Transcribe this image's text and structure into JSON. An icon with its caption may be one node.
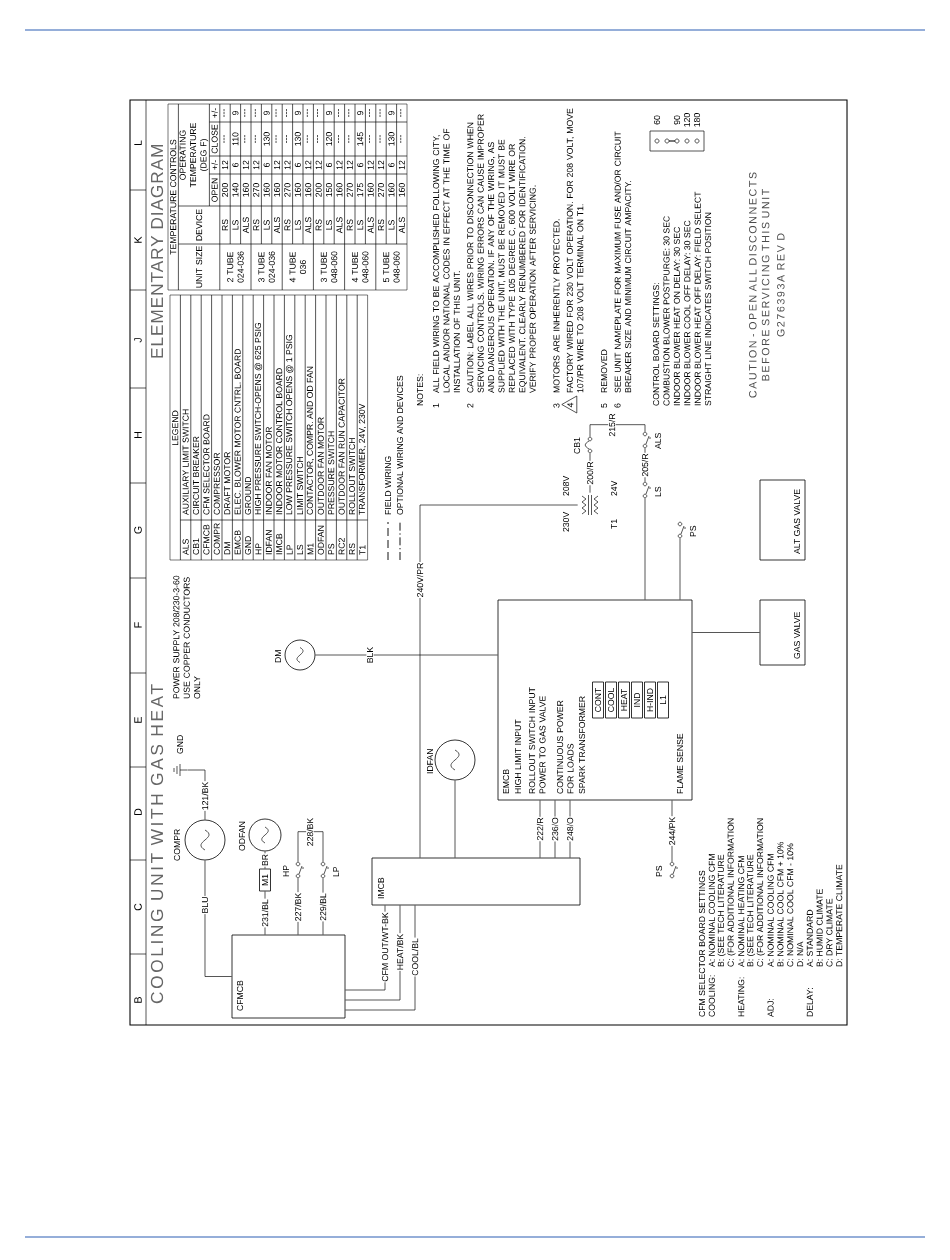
{
  "diagram": {
    "title": "COOLING UNIT WITH GAS HEAT",
    "nodes": [
      {
        "text": [
          "CFMCB"
        ]
      },
      {
        "text": [
          "COMPR"
        ]
      },
      {
        "text": [
          "ODFAN"
        ]
      },
      {
        "text": [
          "IDFAN"
        ]
      },
      {
        "text": [
          "DM"
        ]
      },
      {
        "text": [
          "IMCB"
        ]
      },
      {
        "text": [
          "EMCB"
        ]
      },
      {
        "text": [
          "CONT"
        ],
        "in": 6
      },
      {
        "text": [
          "COOL"
        ],
        "in": 6
      },
      {
        "text": [
          "HEAT"
        ],
        "in": 6
      },
      {
        "text": [
          "IND"
        ],
        "in": 6
      },
      {
        "text": [
          "H-IND"
        ],
        "in": 6
      },
      {
        "text": [
          "L1"
        ],
        "in": 6
      },
      {
        "text": [
          "T1"
        ]
      },
      {
        "text": [
          "CB1"
        ]
      },
      {
        "text": [
          "LS"
        ]
      },
      {
        "text": [
          "ALS"
        ]
      },
      {
        "text": [
          "PS"
        ]
      },
      {
        "text": [
          "GAS VALVE"
        ]
      },
      {
        "text": [
          "ALT GAS VALVE"
        ]
      },
      {
        "text": [
          "PS"
        ]
      },
      {
        "text": [
          "M1"
        ]
      },
      {
        "text": [
          "HP"
        ]
      },
      {
        "text": [
          "LP"
        ]
      },
      {
        "text": [
          "GND"
        ]
      }
    ],
    "edges": [
      {
        "from": 21,
        "to": 0,
        "arrow": "none",
        "label": "231/BL"
      },
      {
        "from": 22,
        "to": 0,
        "arrow": "none",
        "label": "227/BK"
      },
      {
        "from": 22,
        "to": 23,
        "arrow": "none",
        "label": "228/BK"
      },
      {
        "from": 23,
        "to": 0,
        "arrow": "none",
        "label": "229/BL"
      },
      {
        "from": 1,
        "to": 0,
        "arrow": "none",
        "label": "BLU"
      },
      {
        "from": 2,
        "to": 21,
        "arrow": "none",
        "label": "BR"
      },
      {
        "from": 1,
        "to": 24,
        "arrow": "none",
        "label": "121/BK"
      },
      {
        "from": 3,
        "to": 5,
        "arrow": "none"
      },
      {
        "from": 5,
        "to": 6,
        "arrow": "none",
        "label": "222/R"
      },
      {
        "from": 5,
        "to": 6,
        "arrow": "none",
        "label": "236/O"
      },
      {
        "from": 5,
        "to": 6,
        "arrow": "none",
        "label": "248/O"
      },
      {
        "from": 13,
        "to": 5,
        "arrow": "none",
        "label": "240V/PR"
      },
      {
        "from": 4,
        "to": 6,
        "arrow": "none",
        "label": "BLK"
      },
      {
        "from": 13,
        "to": 14,
        "arrow": "none",
        "label": "200/R"
      },
      {
        "from": 14,
        "to": 16,
        "arrow": "none",
        "label": "215/R"
      },
      {
        "from": 16,
        "to": 15,
        "arrow": "none",
        "label": "205/R"
      },
      {
        "from": 15,
        "to": 6,
        "arrow": "none"
      },
      {
        "from": 17,
        "to": 6,
        "arrow": "none"
      },
      {
        "from": 18,
        "to": 6,
        "arrow": "none"
      },
      {
        "from": 20,
        "to": 6,
        "arrow": "none",
        "label": "244/PK"
      },
      {
        "from": 0,
        "to": 5,
        "arrow": "none",
        "label": "CFM OUT/WT-BK"
      },
      {
        "from": 0,
        "to": 5,
        "arrow": "none",
        "label": "HEAT/BK"
      },
      {
        "from": 0,
        "to": 5,
        "arrow": "none",
        "label": "COOL/BL"
      }
    ],
    "labels": [
      "L",
      "K",
      "J",
      "H",
      "G",
      "F",
      "E",
      "D",
      "C",
      "B",
      "ELEMENTARY DIAGRAM",
      "TEMPERATURE CONTROLS",
      "UNIT SIZE",
      "DEVICE",
      "OPERATING TEMPERATURE (DEG F)",
      "OPEN",
      "+/-",
      "CLOSE",
      "+/-",
      "2 TUBE 024-036",
      "RS",
      "200",
      "12",
      "---",
      "---",
      "LS",
      "140",
      "6",
      "110",
      "9",
      "ALS",
      "160",
      "12",
      "---",
      "---",
      "3 TUBE 024-036",
      "RS",
      "270",
      "12",
      "---",
      "---",
      "LS",
      "160",
      "6",
      "130",
      "9",
      "ALS",
      "160",
      "12",
      "---",
      "---",
      "4 TUBE 036",
      "RS",
      "270",
      "12",
      "---",
      "---",
      "LS",
      "160",
      "6",
      "130",
      "9",
      "ALS",
      "160",
      "12",
      "---",
      "---",
      "3 TUBE 048-060",
      "RS",
      "200",
      "12",
      "---",
      "---",
      "LS",
      "150",
      "6",
      "120",
      "9",
      "ALS",
      "160",
      "12",
      "---",
      "---",
      "4 TUBE 048-060",
      "RS",
      "270",
      "12",
      "---",
      "---",
      "LS",
      "175",
      "6",
      "145",
      "9",
      "ALS",
      "160",
      "12",
      "---",
      "---",
      "5 TUBE 048-060",
      "RS",
      "270",
      "12",
      "---",
      "---",
      "LS",
      "160",
      "6",
      "130",
      "9",
      "ALS",
      "160",
      "12",
      "---",
      "---",
      "LEGEND",
      "ALS",
      "AUXILIARY LIMIT SWITCH",
      "CB1",
      "CIRCUIT BREAKER",
      "CFMCB",
      "CFM SELECTOR BOARD",
      "COMPR",
      "COMPRESSOR",
      "DM",
      "DRAFT MOTOR",
      "EMCB",
      "ELEC. BLOWER MOTOR CNTRL. BOARD",
      "GND",
      "GROUND",
      "HP",
      "HIGH PRESSURE SWITCH-OPENS @ 625 PSIG",
      "IDFAN",
      "INDOOR FAN MOTOR",
      "IMCB",
      "INDOOR MOTOR CONTROL BOARD",
      "LP",
      "LOW PRESSURE SWITCH OPENS @ 1 PSIG",
      "LS",
      "LIMIT SWITCH",
      "M1",
      "CONTACTOR, COMPR. AND OD FAN",
      "ODFAN",
      "OUTDOOR FAN MOTOR",
      "PS",
      "PRESSURE SWITCH",
      "RC2",
      "OUTDOOR FAN RUN CAPACITOR",
      "RS",
      "ROLLOUT SWITCH",
      "T1",
      "TRANSFORMER, 24V, 230V",
      "NOTES:",
      "1",
      "ALL FIELD WIRING TO BE ACCOMPLISHED FOLLOWING CITY, LOCAL AND/OR NATIONAL CODES IN EFFECT AT THE TIME OF INSTALLATION OF THIS UNIT.",
      "2",
      "CAUTION: LABEL ALL WIRES PRIOR TO DISCONNECTION WHEN SERVICING CONTROLS. WIRING ERRORS CAN CAUSE IMPROPER AND DANGEROUS OPERATION. IF ANY OF THE WIRING, AS SUPPLIED WITH THE UNIT, MUST BE REMOVED IT MUST BE REPLACED WITH TYPE 105 DEGREE C, 600 VOLT WIRE OR EQUIVALENT. CLEARLY RENUMBERED FOR IDENTIFICATION. VERIFY PROPER OPERATION AFTER SERVICING.",
      "3",
      "MOTORS ARE INHERENTLY PROTECTED.",
      "4",
      "FACTORY WIRED FOR 230 VOLT OPERATION. FOR 208 VOLT, MOVE 107/PR WIRE TO 208 VOLT TERMINAL ON T1.",
      "5",
      "REMOVED",
      "6",
      "SEE UNIT NAMEPLATE FOR MAXIMUM FUSE AND/OR CIRCUIT BREAKER SIZE AND MINIMUM CIRCUIT AMPACITY.",
      "CONTROL BOARD SETTINGS:",
      "COMBUSTION BLOWER POSTPURGE: 30 SEC",
      "INDOOR BLOWER HEAT ON DELAY: 30 SEC",
      "INDOOR BLOWER COOL OFF DELAY: 30 SEC",
      "INDOOR BLOWER HEAT OFF DELAY: FIELD SELECT",
      "STRAIGHT LINE INDICATES SWITCH POSITION",
      "60",
      "90",
      "120",
      "180",
      "CAUTION - OPEN ALL DISCONNECTS BEFORE SERVICING THIS UNIT",
      "G276393A REV D",
      "CFM SELECTOR BOARD SETTINGS",
      "COOLING:",
      "A: NOMINAL COOLING CFM",
      "B: (SEE TECH LITERATURE",
      "C: (FOR ADDITIONAL INFORMATION",
      "HEATING:",
      "A: NOMINAL HEATING CFM",
      "B: (SEE TECH LITERATURE",
      "C: (FOR ADDITIONAL INFORMATION",
      "ADJ:",
      "A: NOMINAL COOLING CFM",
      "B: NOMINAL COOL CFM + 10%",
      "C: NOMINAL COOL CFM - 10%",
      "D: N/A",
      "DELAY:",
      "A: STANDARD",
      "B: HUMID CLIMATE",
      "C: DRY CLIMATE",
      "D: TEMPERATE CLIMATE",
      "POWER SUPPLY 208/230-3-60 USE COPPER CONDUCTORS ONLY",
      "208V",
      "230V",
      "24V",
      "HIGH LIMIT INPUT",
      "ROLLOUT SWITCH INPUT POWER TO GAS VALVE",
      "CONTINUOUS POWER FOR LOADS",
      "FLAME SENSE",
      "SPARK TRANSFORMER"
    ],
    "legend": [
      {
        "text": "FIELD WIRING"
      },
      {
        "text": "OPTIONAL WIRING AND DEVICES"
      }
    ]
  }
}
